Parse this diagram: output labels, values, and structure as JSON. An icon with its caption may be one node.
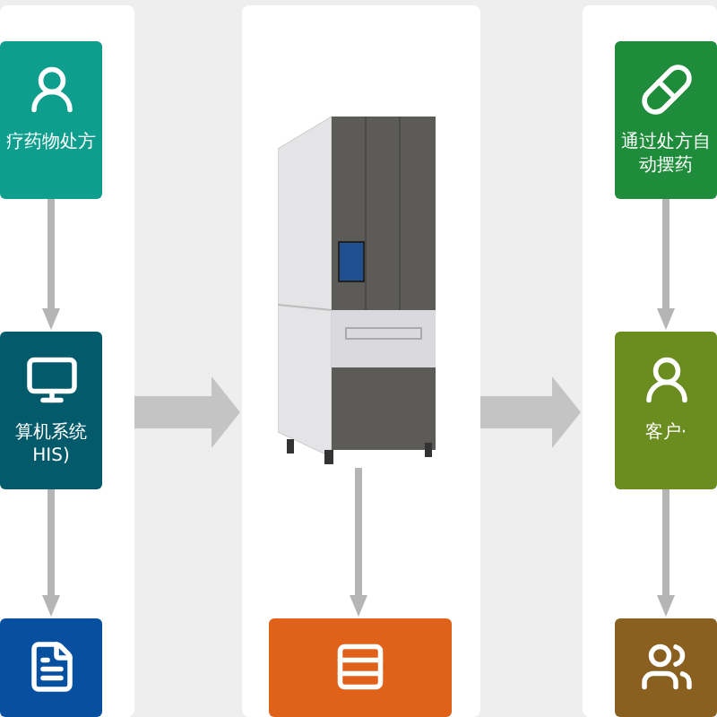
{
  "diagram": {
    "nodes": [
      {
        "text": [],
        "shape": "box"
      },
      {
        "text": [
          "疗药物处方"
        ],
        "in": 0
      },
      {
        "text": [
          "算机系统 HIS)"
        ],
        "in": 0
      },
      {
        "text": [],
        "shape": "box",
        "in": 0
      },
      {
        "text": [],
        "shape": "box"
      },
      {
        "text": [],
        "shape": "picture",
        "in": 4
      },
      {
        "text": [],
        "shape": "box",
        "in": 4
      },
      {
        "text": [],
        "shape": "box"
      },
      {
        "text": [
          "通过处方自动摆药"
        ],
        "in": 7
      },
      {
        "text": [
          "客户·"
        ],
        "in": 7
      },
      {
        "text": [],
        "shape": "box",
        "in": 7
      }
    ],
    "edges": [
      {
        "from": 1,
        "to": 2,
        "arrow": "to"
      },
      {
        "from": 2,
        "to": 3,
        "arrow": "to"
      },
      {
        "from": 5,
        "to": 6,
        "arrow": "to"
      },
      {
        "from": 8,
        "to": 9,
        "arrow": "to"
      },
      {
        "from": 9,
        "to": 10,
        "arrow": "to"
      },
      {
        "from": 0,
        "to": 4,
        "arrow": "to",
        "style": "thick"
      },
      {
        "from": 4,
        "to": 7,
        "arrow": "to",
        "style": "thick"
      }
    ]
  }
}
